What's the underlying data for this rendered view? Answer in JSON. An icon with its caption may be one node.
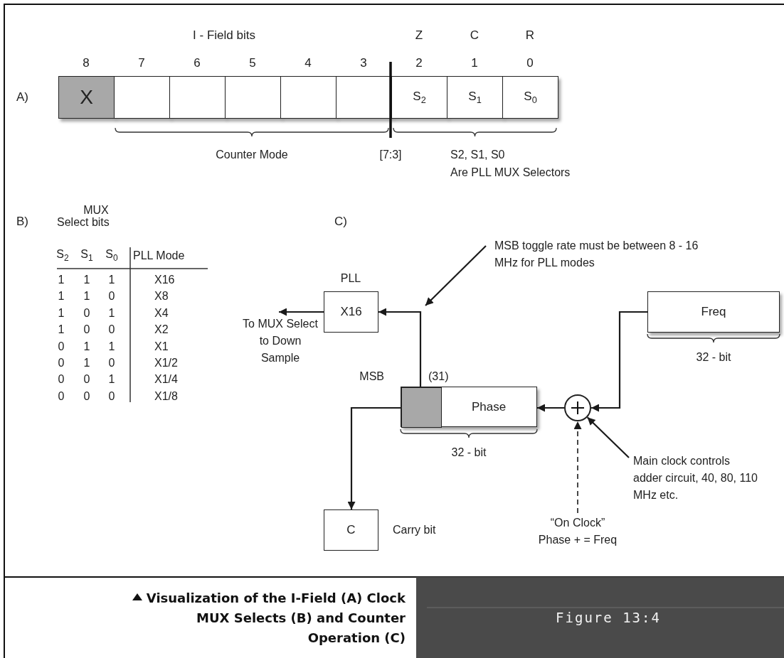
{
  "diagram": {
    "caption": "Visualization of the I-Field (A) Clock MUX Selects (B) and Counter Operation (C)",
    "nodes": [
      {
        "text": [
          "X"
        ]
      },
      {
        "text": [],
        "shape": "box"
      },
      {
        "text": [],
        "shape": "box"
      },
      {
        "text": [],
        "shape": "box"
      },
      {
        "text": [],
        "shape": "box"
      },
      {
        "text": [],
        "shape": "box"
      },
      {
        "text": [
          "S$_{2}$"
        ]
      },
      {
        "text": [
          "S$_{1}$"
        ]
      },
      {
        "text": [
          "S$_{0}$"
        ]
      },
      {
        "text": [
          "X16"
        ],
        "beside": [
          "PLL"
        ]
      },
      {
        "text": [
          "Phase"
        ]
      },
      {
        "text": [],
        "shape": "box",
        "in": 10
      },
      {
        "text": [],
        "shape": "circle"
      },
      {
        "text": [
          "Freq"
        ]
      },
      {
        "text": [
          "C"
        ],
        "beside": [
          "Carry bit"
        ]
      },
      {
        "text": [
          "MSB toggle rate must be between 8 - 16 MHz for PLL modes"
        ]
      },
      {
        "text": [
          "Main clock controls adder circuit, 40, 80, 110 MHz etc."
        ]
      },
      {
        "text": [
          "“On Clock” Phase + = Freq"
        ]
      },
      {
        "text": [
          "To MUX Select to Down Sample"
        ]
      }
    ],
    "edges": [
      {
        "from": 11,
        "to": 9,
        "arrow": "to"
      },
      {
        "from": 9,
        "to": 18,
        "arrow": "to"
      },
      {
        "from": 13,
        "to": 12,
        "arrow": "to"
      },
      {
        "from": 12,
        "to": 10,
        "arrow": "to"
      },
      {
        "from": 11,
        "to": 14,
        "arrow": "to"
      },
      {
        "from": 15,
        "to": null,
        "arrow": "to"
      },
      {
        "from": 16,
        "to": 12,
        "arrow": "to"
      },
      {
        "from": 17,
        "to": 12,
        "arrow": "to",
        "style": "dashed"
      }
    ],
    "labels": [
      "I - Field bits",
      "Z",
      "C",
      "R",
      "8",
      "7",
      "6",
      "5",
      "4",
      "3",
      "2",
      "1",
      "0",
      "A)",
      "Counter Mode",
      "[7:3]",
      "S2, S1, S0",
      "Are PLL MUX Selectors",
      "B)",
      "MUX",
      "Select bits",
      "C)",
      "S$_{2}$",
      "S$_{1}$",
      "S$_{0}$",
      "PLL Mode",
      "1",
      "1",
      "1",
      "X16",
      "1",
      "1",
      "0",
      "X8",
      "1",
      "0",
      "1",
      "X4",
      "1",
      "0",
      "0",
      "X2",
      "0",
      "1",
      "1",
      "X1",
      "0",
      "1",
      "0",
      "X1/2",
      "0",
      "0",
      "1",
      "X1/4",
      "0",
      "0",
      "0",
      "X1/8",
      "MSB",
      "(31)",
      "32 - bit",
      "32 - bit",
      "Figure 13:4"
    ]
  }
}
